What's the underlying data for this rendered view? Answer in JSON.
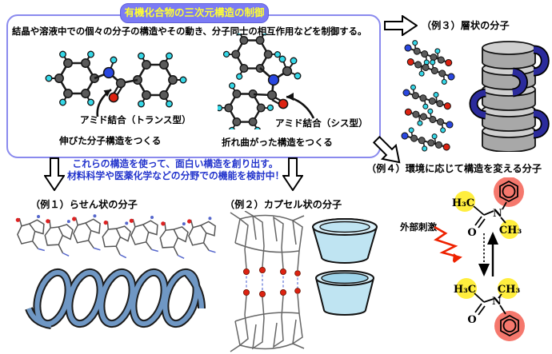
{
  "header": {
    "title": "有機化合物の三次元構造の制御",
    "description": "結晶や溶液中での個々の分子の構造やその動き、分子同士の相互作用などを制御する。"
  },
  "main_box": {
    "trans": {
      "bond_label": "アミド結合（トランス型）",
      "caption": "伸びた分子構造をつくる"
    },
    "cis": {
      "bond_label": "アミド結合（シス型）",
      "caption": "折れ曲がった構造をつくる"
    }
  },
  "middle": {
    "line1": "これらの構造を使って、面白い構造を創り出す。",
    "line2": "材料科学や医薬化学などの分野での機能を検討中！"
  },
  "examples": {
    "ex1": {
      "label": "（例１）らせん状の分子"
    },
    "ex2": {
      "label": "（例２）カプセル状の分子"
    },
    "ex3": {
      "label": "（例３）層状の分子"
    },
    "ex4": {
      "label": "（例４）環境に応じて構造を変える分子",
      "stimulus_label": "外部刺激",
      "formula": {
        "h3c": "H₃C",
        "ch3": "CH₃",
        "n": "N",
        "o": "O"
      }
    }
  },
  "colors": {
    "badge_bg": "#7b7bf5",
    "badge_text": "#ffff33",
    "box_border": "#8a8aee",
    "note_blue": "#2233cc",
    "highlight_yellow": "#ffee3e",
    "highlight_red": "#f5786d",
    "hydrogen_cyan": "#35d8e8",
    "nitrogen_blue": "#2947e0",
    "oxygen_red": "#dd2211",
    "stimulus_red": "#ee2200",
    "capsule_blue": "#bfe4f2",
    "helix_blue": "#6f97c4",
    "cylinder_gray": "#a8a8a8",
    "link_blue": "#2b2b9c"
  }
}
